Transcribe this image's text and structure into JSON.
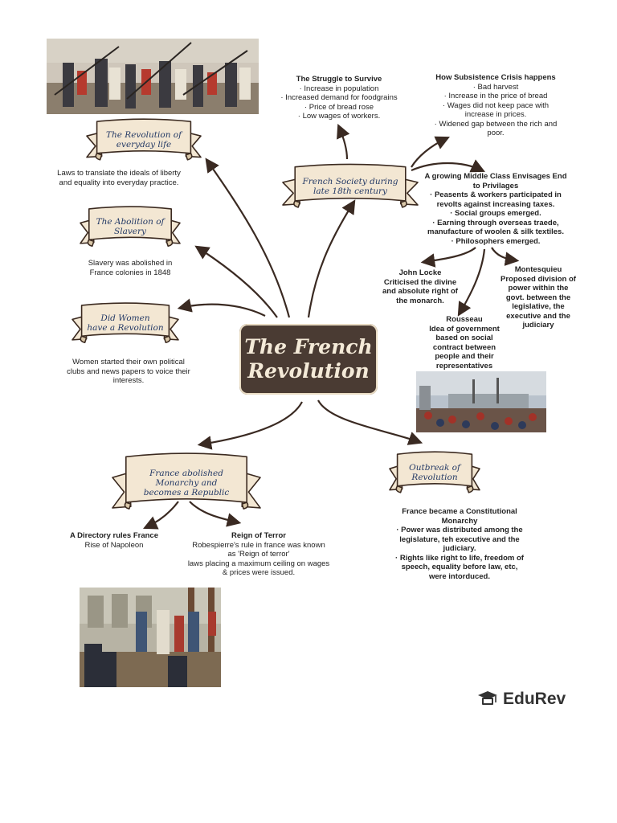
{
  "center": {
    "title": "The French\nRevolution"
  },
  "banners": {
    "everyday_life": "The Revolution of\neveryday life",
    "abolition": "The Abolition of\nSlavery",
    "women": "Did Women\nhave a Revolution",
    "society": "French Society during\nlate 18th century",
    "monarchy": "France abolished\nMonarchy and\nbecomes a Republic",
    "outbreak": "Outbreak of\nRevolution"
  },
  "notes": {
    "everyday_life": [
      "Laws to translate the ideals of liberty",
      "and equality into everyday practice."
    ],
    "abolition": [
      "Slavery was abolished in",
      "France colonies in 1848"
    ],
    "women": [
      "Women started their own political",
      "clubs and news papers to voice their",
      "interests."
    ],
    "struggle": {
      "title": "The Struggle to Survive",
      "lines": [
        "· Increase in population",
        "· Increased demand for foodgrains",
        "· Price of bread rose",
        "· Low wages of workers."
      ]
    },
    "subsistence": {
      "title": "How Subsistence Crisis happens",
      "lines": [
        "· Bad harvest",
        "· Increase in the price of bread",
        "· Wages did not keep pace with",
        "increase in prices.",
        "· Widened gap between the rich and",
        "poor."
      ]
    },
    "middle_class": {
      "title": "A growing Middle Class Envisages End to Privilages",
      "lines": [
        "· Peasents & workers participated in",
        "revolts against increasing taxes.",
        "· Social groups emerged.",
        "· Earning through overseas traede,",
        "manufacture of woolen & silk textiles.",
        "· Philosophers emerged."
      ]
    },
    "locke": {
      "title": "John Locke",
      "lines": [
        "Criticised the divine",
        "and absolute right of",
        "the monarch."
      ]
    },
    "montesquieu": {
      "title": "Montesquieu",
      "lines": [
        "Proposed division of",
        "power within the",
        "govt. between the",
        "legislative, the",
        "executive and the",
        "judiciary"
      ]
    },
    "rousseau": {
      "title": "Rousseau",
      "lines": [
        "Idea of government",
        "based on social",
        "contract between",
        "people and their",
        "representatives"
      ]
    },
    "directory": [
      "A Directory rules France",
      "Rise of Napoleon"
    ],
    "terror": {
      "title": "Reign of Terror",
      "lines": [
        "Robespierre's rule in france was known",
        "as 'Reign of terror'",
        "laws placing a maximum ceiling on wages",
        "& prices were issued."
      ]
    },
    "constitutional": {
      "title": "France became a Constitutional Monarchy",
      "lines": [
        "· Power was distributed among the",
        "legislature, teh executive and the",
        "judiciary.",
        "· Rights like right to life, freedom of",
        "speech, equality before law, etc,",
        "were intorduced."
      ]
    }
  },
  "logo": {
    "brand": "EduRev",
    "icon": "graduation-cap-icon"
  },
  "colors": {
    "banner_fill": "#f3e7d3",
    "banner_stroke": "#3b2a20",
    "banner_text": "#243a66",
    "center_fill": "#4a3b33",
    "center_text": "#f4ead8",
    "arrow": "#3a2a22"
  }
}
